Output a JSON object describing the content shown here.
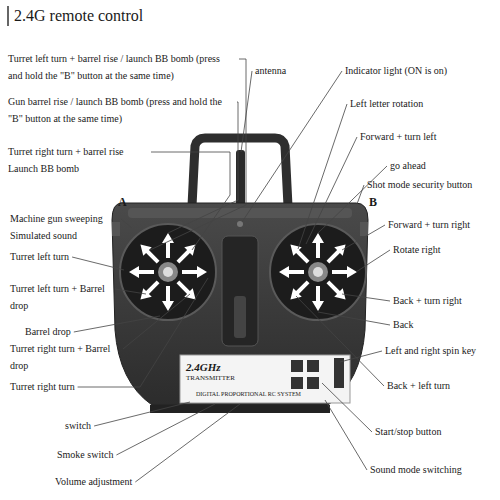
{
  "diagram": {
    "title": "2.4G remote control",
    "labels": [
      "Turret left turn + barrel rise / launch BB bomb (press and hold the \"B\" button at the same time)",
      "antenna",
      "Indicator light (ON is on)",
      "Gun barrel rise / launch BB bomb (press and hold the \"B\" button at the same time)",
      "Left letter rotation",
      "Forward + turn left",
      "Turret right turn + barrel rise Launch BB bomb",
      "go ahead",
      "Shot mode security button",
      "A",
      "B",
      "Machine gun sweeping Simulated sound",
      "Forward + turn right",
      "Turret left turn",
      "Rotate right",
      "Turret left turn + Barrel drop",
      "Back + turn right",
      "Back",
      "Barrel drop",
      "Turret right turn + Barrel drop",
      "Left and right spin key",
      "Turret right turn",
      "Back + left turn",
      "2.4GHz",
      "TRANSMITTER",
      "DIGITAL PROPORTIONAL RC SYSTEM",
      "switch",
      "Start/stop button",
      "Smoke switch",
      "Sound mode switching",
      "Volume adjustment"
    ]
  }
}
